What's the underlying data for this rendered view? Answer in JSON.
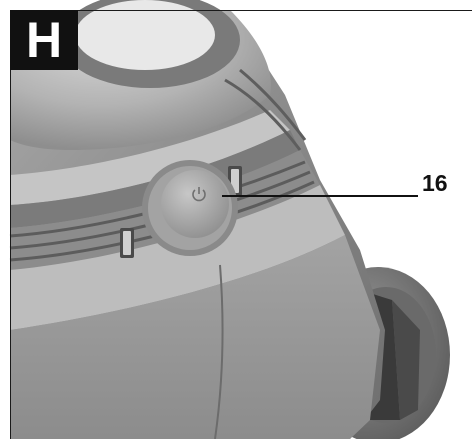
{
  "figure": {
    "label": "H",
    "callouts": [
      {
        "number": "16",
        "target": "power-button"
      }
    ],
    "icons": {
      "power": "power-icon"
    },
    "colors": {
      "badge_background": "#111111",
      "badge_text": "#ffffff",
      "callout_text": "#111111",
      "leader_line": "#111111"
    }
  }
}
